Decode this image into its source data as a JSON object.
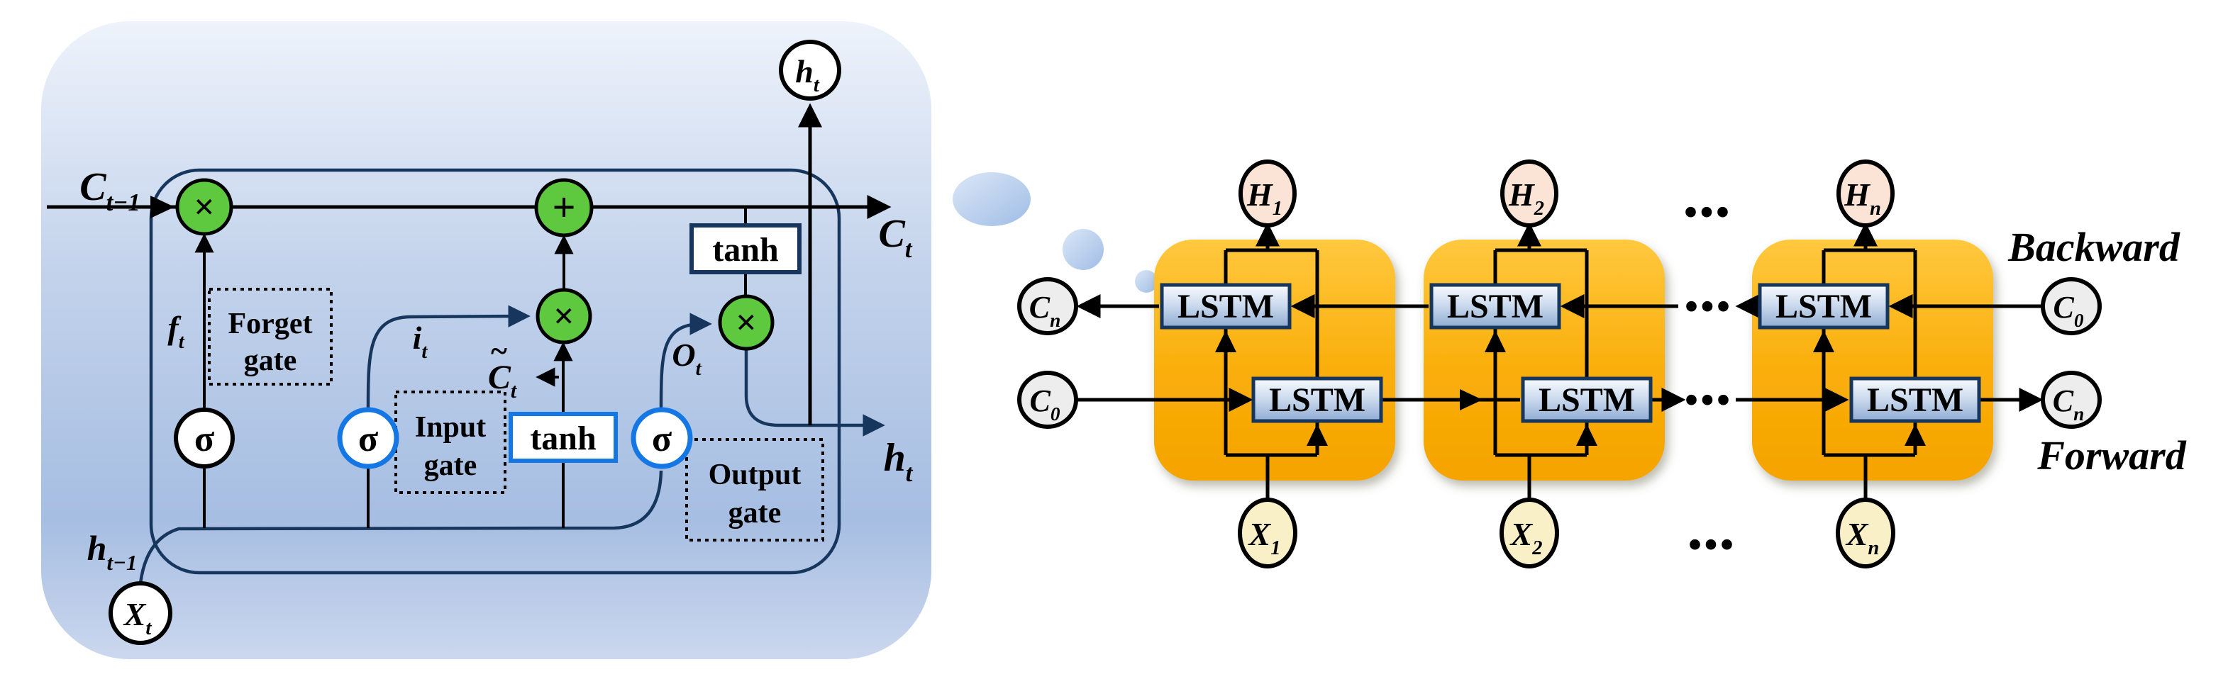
{
  "figure": {
    "description_left": "LSTM cell",
    "description_right": "Bidirectional LSTM network"
  },
  "colors": {
    "navy": "#17365D",
    "blue": "#1577E4",
    "green": "#5EC93E",
    "orange": "#F6A601",
    "orange_light": "#FFC637",
    "peach": "#FBE3D6",
    "cream": "#FAF0C8",
    "gray": "#EDEDED",
    "bubble_blue": "#A9C4E8",
    "panel_blue": "#A6BEE2"
  },
  "cell": {
    "c_prev": {
      "base": "C",
      "sub": "t−1"
    },
    "c_out": {
      "base": "C",
      "sub": "t"
    },
    "h_top": {
      "base": "h",
      "sub": "t"
    },
    "h_out": {
      "base": "h",
      "sub": "t"
    },
    "h_prev": {
      "base": "h",
      "sub": "t−1"
    },
    "x_in": {
      "base": "X",
      "sub": "t"
    },
    "f": {
      "base": "f",
      "sub": "t"
    },
    "i": {
      "base": "i",
      "sub": "t"
    },
    "o": {
      "base": "O",
      "sub": "t"
    },
    "c_tilde": {
      "tilde": "~",
      "base": "C",
      "sub": "t"
    },
    "sigma": "σ",
    "tanh": "tanh",
    "times": "×",
    "plus": "+",
    "gates": {
      "forget": [
        "Forget",
        "gate"
      ],
      "input": [
        "Input",
        "gate"
      ],
      "output": [
        "Output",
        "gate"
      ]
    }
  },
  "network": {
    "lstm": "LSTM",
    "backward_label": "Backward",
    "forward_label": "Forward",
    "dots": "...",
    "h_units": [
      {
        "base": "H",
        "sub": "1"
      },
      {
        "base": "H",
        "sub": "2"
      },
      {
        "base": "H",
        "sub": "n"
      }
    ],
    "x_units": [
      {
        "base": "X",
        "sub": "1"
      },
      {
        "base": "X",
        "sub": "2"
      },
      {
        "base": "X",
        "sub": "n"
      }
    ],
    "c_back_out": {
      "base": "C",
      "sub": "n"
    },
    "c_fwd_in": {
      "base": "C",
      "sub": "0"
    },
    "c_back_in": {
      "base": "C",
      "sub": "0"
    },
    "c_fwd_out": {
      "base": "C",
      "sub": "n"
    }
  }
}
